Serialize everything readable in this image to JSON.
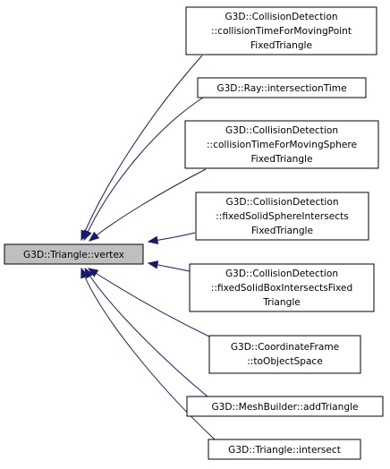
{
  "graph": {
    "focus_node": {
      "lines": [
        "G3D::Triangle::vertex"
      ]
    },
    "caller_nodes": [
      {
        "lines": [
          "G3D::CollisionDetection",
          "::collisionTimeForMovingPoint",
          "FixedTriangle"
        ]
      },
      {
        "lines": [
          "G3D::Ray::intersectionTime"
        ]
      },
      {
        "lines": [
          "G3D::CollisionDetection",
          "::collisionTimeForMovingSphere",
          "FixedTriangle"
        ]
      },
      {
        "lines": [
          "G3D::CollisionDetection",
          "::fixedSolidSphereIntersects",
          "FixedTriangle"
        ]
      },
      {
        "lines": [
          "G3D::CollisionDetection",
          "::fixedSolidBoxIntersectsFixed",
          "Triangle"
        ]
      },
      {
        "lines": [
          "G3D::CoordinateFrame",
          "::toObjectSpace"
        ]
      },
      {
        "lines": [
          "G3D::MeshBuilder::addTriangle"
        ]
      },
      {
        "lines": [
          "G3D::Triangle::intersect"
        ]
      }
    ],
    "colors": {
      "edge": "#191970",
      "focus_fill": "#bfbfbf",
      "node_border": "#000000"
    }
  }
}
